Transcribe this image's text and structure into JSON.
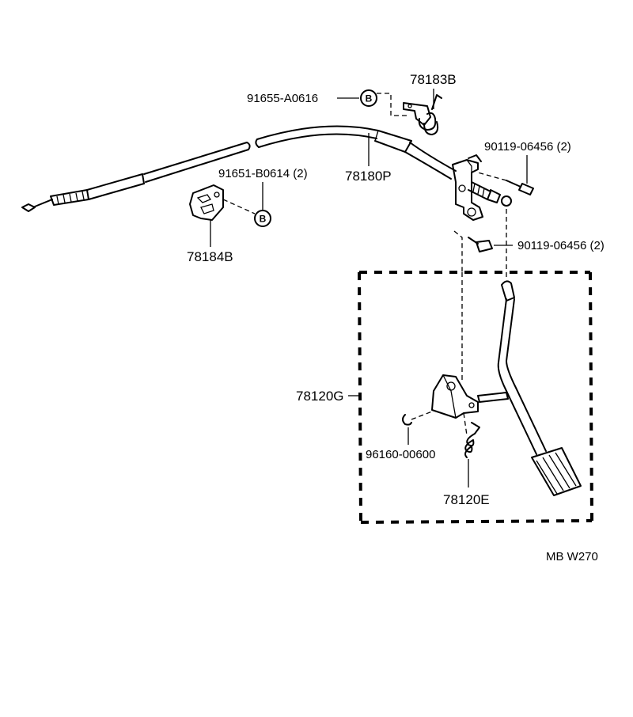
{
  "labels": {
    "p78183B": "78183B",
    "p91655": "91655-A0616",
    "p90119a": "90119-06456 (2)",
    "p91651": "91651-B0614 (2)",
    "p78180P": "78180P",
    "p78184B": "78184B",
    "p90119b": "90119-06456 (2)",
    "p78120G": "78120G",
    "p96160": "96160-00600",
    "p78120E": "78120E",
    "footer": "MB  W270"
  },
  "markers": {
    "circle_b": "B"
  }
}
